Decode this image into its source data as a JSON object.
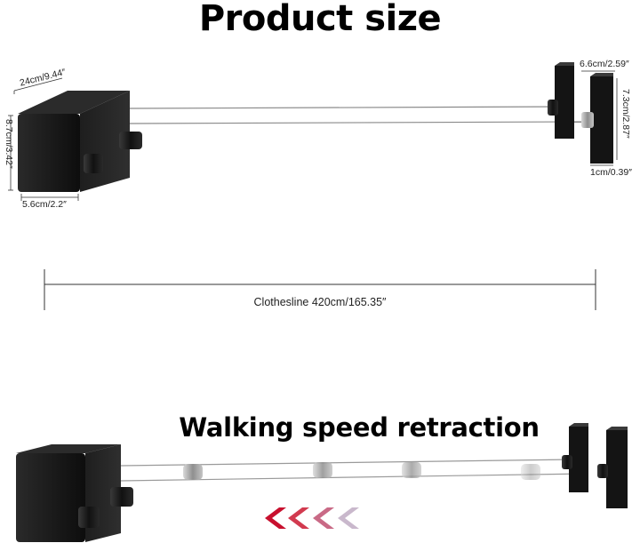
{
  "headings": {
    "product_size": "Product size",
    "walking_speed": "Walking speed retraction"
  },
  "dimensions": {
    "box_length": "24cm/9.44″",
    "box_height": "8.7cm/3.42″",
    "box_width": "5.6cm/2.2″",
    "hook_width": "6.6cm/2.59″",
    "hook_height": "7.3cm/2.87″",
    "hook_depth": "1cm/0.39″"
  },
  "clothesline": {
    "label": "Clothesline 420cm/165.35″"
  },
  "colors": {
    "product_body": "#1a1a1a",
    "line": "#8a8a8a",
    "arrow_dark": "#c8102e",
    "arrow_light": "#c9b8cc"
  }
}
